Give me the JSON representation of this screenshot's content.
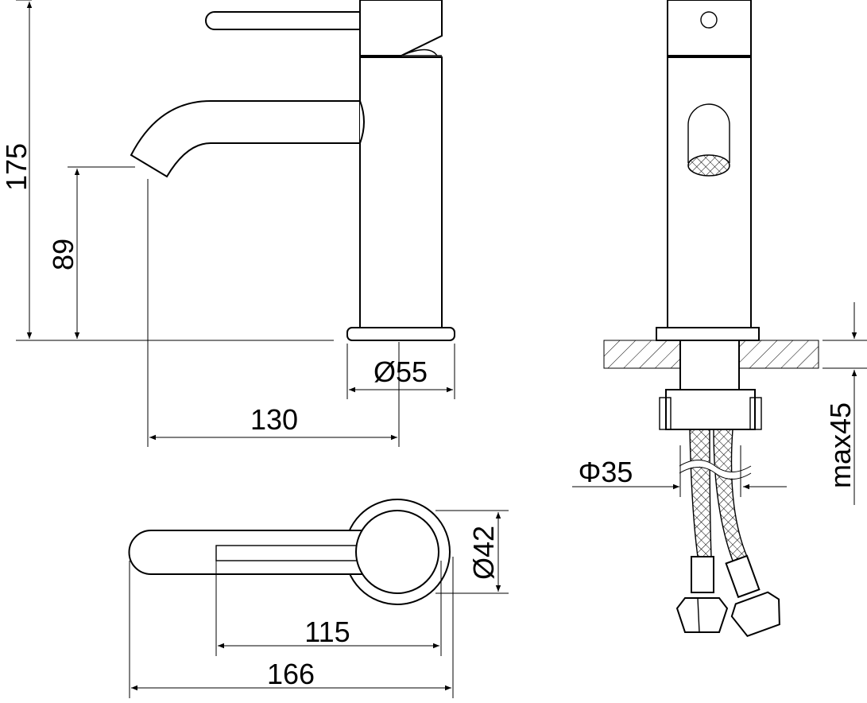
{
  "drawing": {
    "side_view": {
      "height_total": "175",
      "spout_height": "89",
      "base_diameter": "Ø55",
      "spout_reach": "130"
    },
    "top_view": {
      "body_diameter": "Ø42",
      "lever_length": "115",
      "overall_length": "166"
    },
    "front_view": {
      "hole_diameter": "Φ35",
      "max_counter_thickness": "max45"
    }
  }
}
